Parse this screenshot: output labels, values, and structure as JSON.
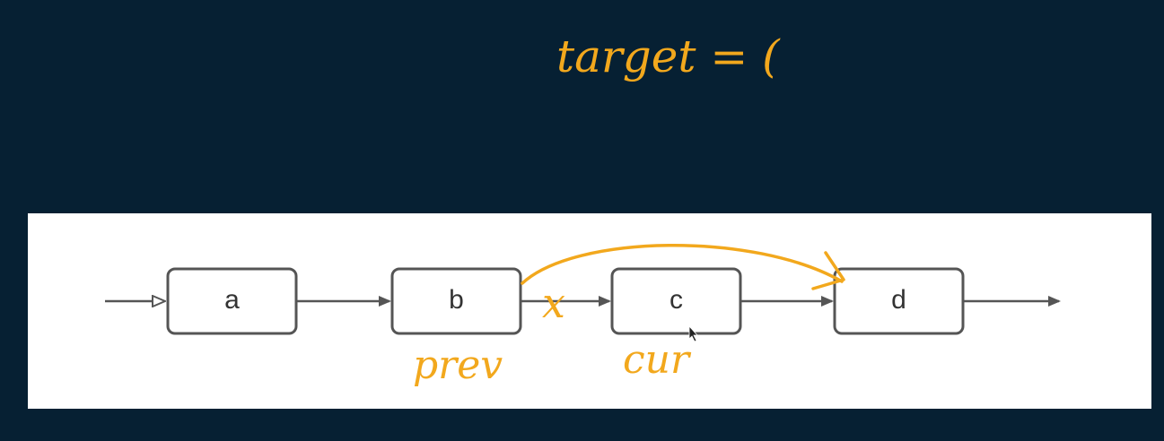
{
  "annotation": {
    "target_text": "target = (",
    "prev_text": "prev",
    "cur_text": "cur",
    "x_mark": "x",
    "ink_color": "#f2a81d"
  },
  "nodes": [
    {
      "label": "a"
    },
    {
      "label": "b"
    },
    {
      "label": "c"
    },
    {
      "label": "d"
    }
  ],
  "colors": {
    "background": "#062033",
    "panel": "#ffffff",
    "node_border": "#555555",
    "arrow": "#555555"
  }
}
